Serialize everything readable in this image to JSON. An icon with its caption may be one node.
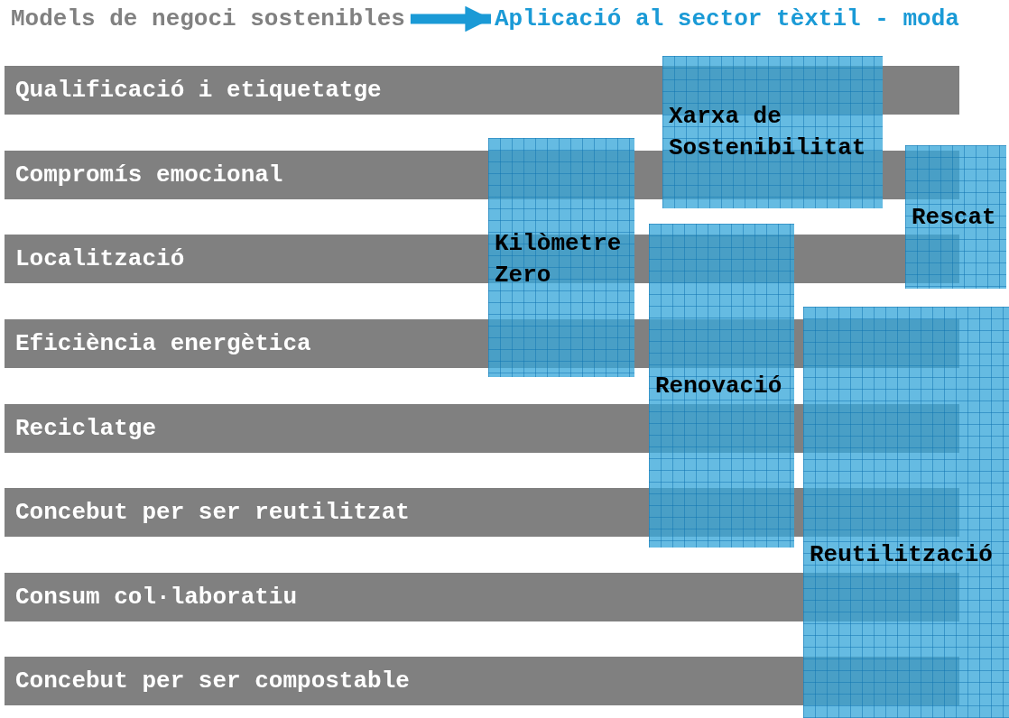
{
  "diagram": {
    "nodes": [
      {
        "text": [
          "Models de negoci sostenibles"
        ]
      },
      {
        "text": [
          "Aplicació al sector tèxtil - moda"
        ]
      },
      {
        "text": [
          "Qualificació i etiquetatge"
        ]
      },
      {
        "text": [
          "Compromís emocional"
        ]
      },
      {
        "text": [
          "Localització"
        ]
      },
      {
        "text": [
          "Eficiència energètica"
        ]
      },
      {
        "text": [
          "Reciclatge"
        ]
      },
      {
        "text": [
          "Concebut per ser reutilitzat"
        ]
      },
      {
        "text": [
          "Consum col·laboratiu"
        ]
      },
      {
        "text": [
          "Concebut per ser compostable"
        ]
      },
      {
        "text": [
          "Xarxa de Sostenibilitat"
        ]
      },
      {
        "text": [
          "Kilòmetre Zero"
        ]
      },
      {
        "text": [
          "Rescat"
        ]
      },
      {
        "text": [
          "Renovació"
        ]
      },
      {
        "text": [
          "Reutilització"
        ]
      }
    ],
    "edges": [
      {
        "from": 0,
        "to": 1,
        "arrow": "to"
      }
    ]
  }
}
